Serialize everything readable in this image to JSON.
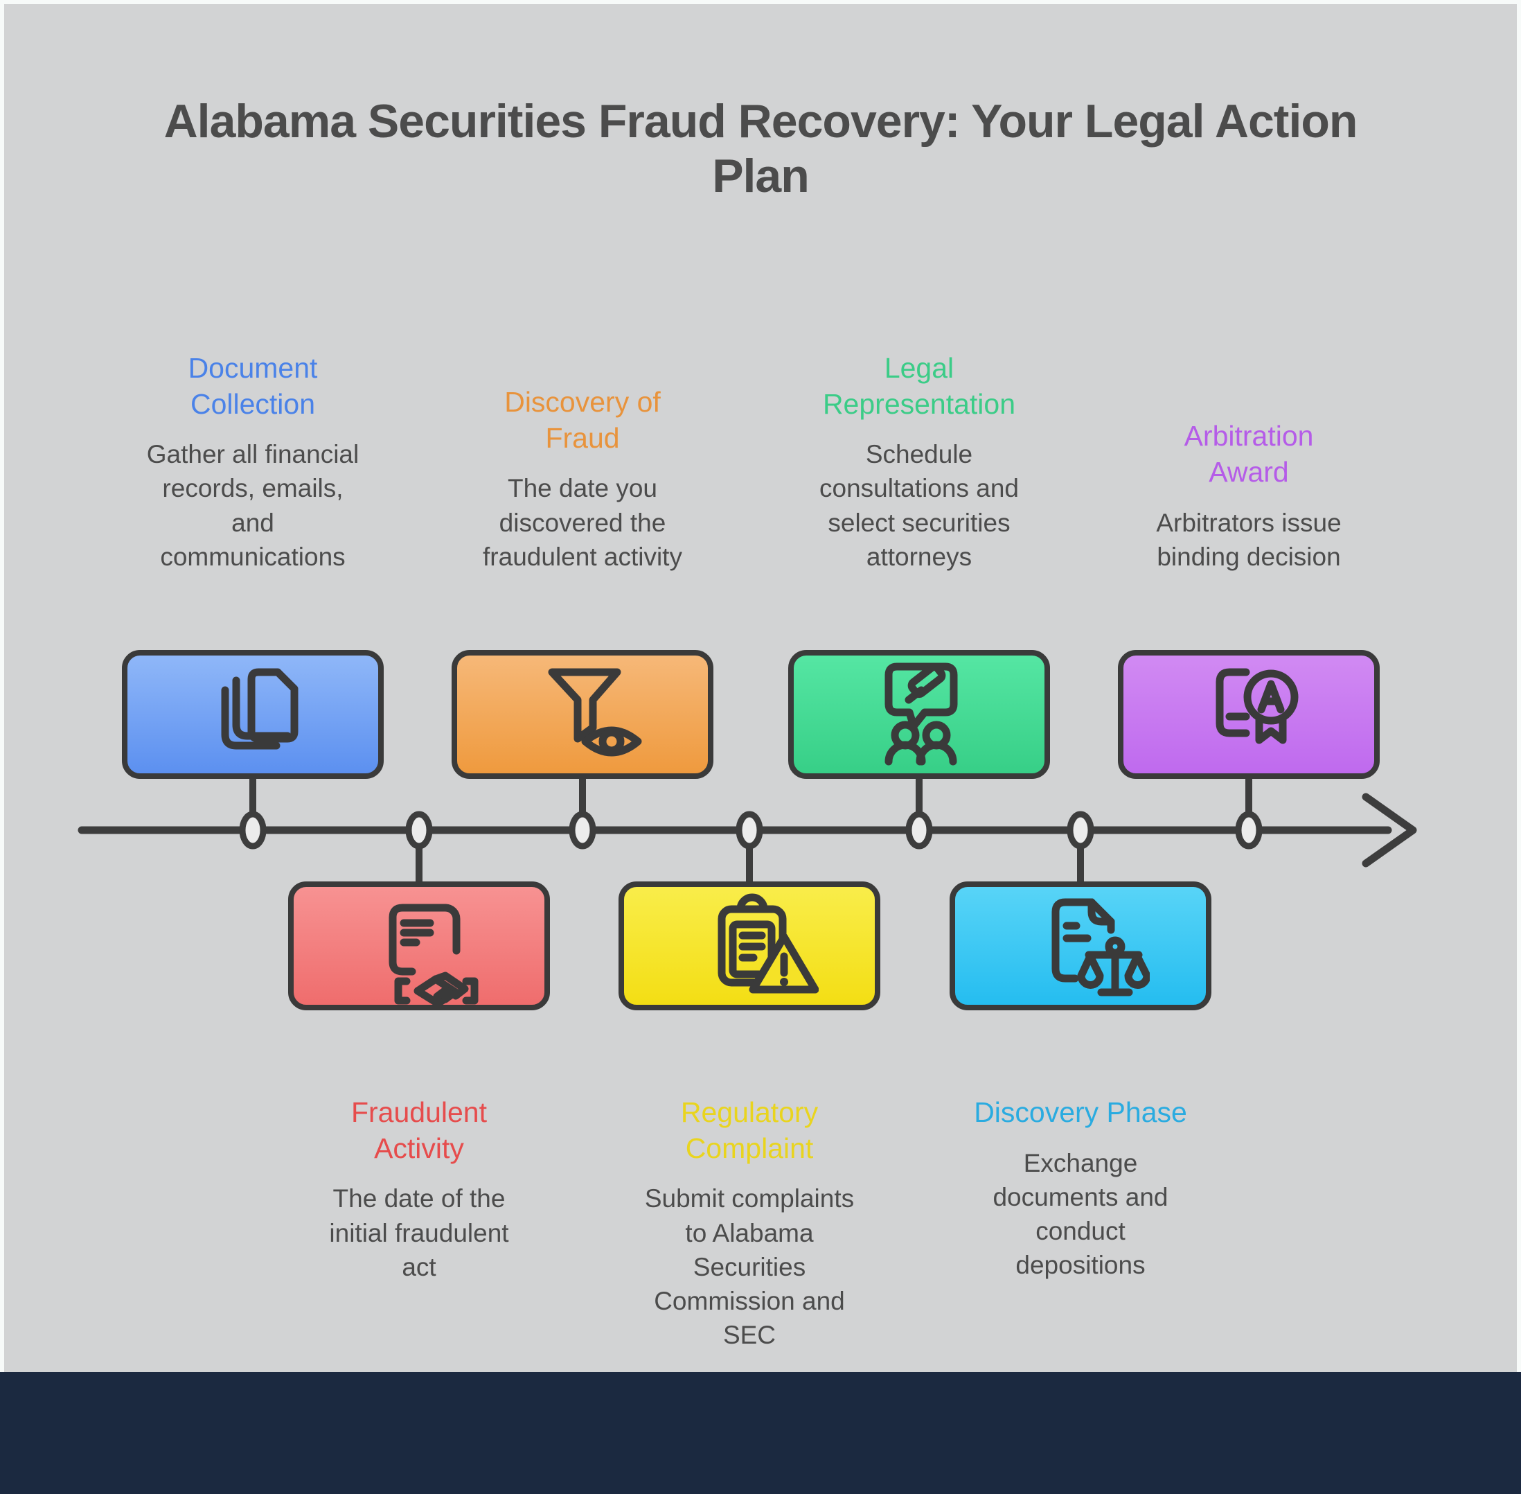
{
  "title": "Alabama Securities Fraud Recovery: Your Legal Action\nPlan",
  "colors": {
    "background": "#d2d3d4",
    "frame": "#f7faf9",
    "footer_bar": "#1b2940",
    "timeline": "#3d3d3d",
    "title_text": "#4c4c4c",
    "body_text": "#4c4c4c",
    "box_border": "#3a3a3a"
  },
  "steps": [
    {
      "heading": "Document\nCollection",
      "description": "Gather all financial\nrecords, emails,\nand\ncommunications",
      "accent": "#4a82e8",
      "box_background": "linear-gradient(180deg,#8fb7f8,#5c90f0)",
      "icon": "documents-stack-icon",
      "row": "top"
    },
    {
      "heading": "Fraudulent\nActivity",
      "description": "The date of the\ninitial fraudulent\nact",
      "accent": "#e64c4c",
      "box_background": "linear-gradient(180deg,#f79292,#ef6d6d)",
      "icon": "contract-handshake-icon",
      "row": "bottom"
    },
    {
      "heading": "Discovery of\nFraud",
      "description": "The date you\ndiscovered the\nfraudulent activity",
      "accent": "#e8933c",
      "box_background": "linear-gradient(180deg,#f6b878,#ef9a3e)",
      "icon": "funnel-eye-icon",
      "row": "top"
    },
    {
      "heading": "Regulatory\nComplaint",
      "description": "Submit complaints\nto Alabama\nSecurities\nCommission and\nSEC",
      "accent": "#e9d41e",
      "box_background": "linear-gradient(180deg,#f9ed4a,#f3de14)",
      "icon": "clipboard-warning-icon",
      "row": "bottom"
    },
    {
      "heading": "Legal\nRepresentation",
      "description": "Schedule\nconsultations and\nselect securities\nattorneys",
      "accent": "#3bcc87",
      "box_background": "linear-gradient(180deg,#55e6a3,#37cf87)",
      "icon": "consultation-gavel-icon",
      "row": "top"
    },
    {
      "heading": "Discovery Phase",
      "description": "Exchange\ndocuments and\nconduct\ndepositions",
      "accent": "#2aabe0",
      "box_background": "linear-gradient(180deg,#58d4f7,#25bdf0)",
      "icon": "document-scales-icon",
      "row": "bottom"
    },
    {
      "heading": "Arbitration\nAward",
      "description": "Arbitrators issue\nbinding decision",
      "accent": "#b55ce8",
      "box_background": "linear-gradient(180deg,#d18af3,#bf6aee)",
      "icon": "document-award-icon",
      "row": "top"
    }
  ]
}
